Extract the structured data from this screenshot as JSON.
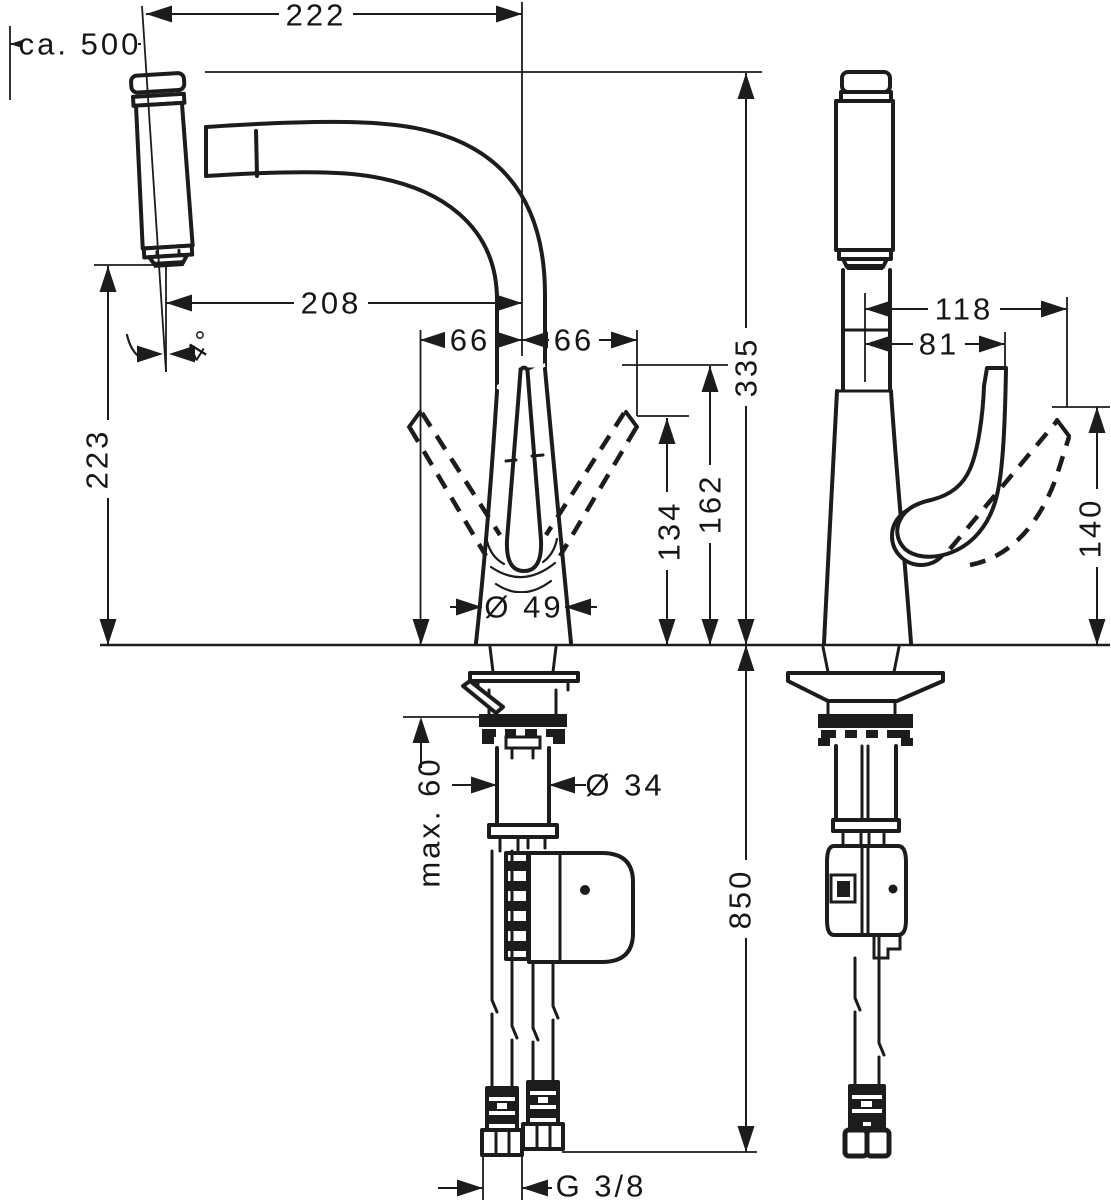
{
  "drawing": {
    "kind": "technical-dimension-drawing",
    "subject": "kitchen mixer tap with pull-out spray, front view and side view with installation hardware",
    "line_color": "#1c1c1c",
    "background_color": "#ffffff",
    "labels": {
      "width_overall": "222",
      "pullout_extension": "ca. 500",
      "spout_projection": "208",
      "spray_angle": "4°",
      "handle_swing_left": "66",
      "handle_swing_right": "66",
      "outlet_height": "223",
      "handle_tip_height": "134",
      "handle_upper_height": "162",
      "body_base_diameter": "Ø 49",
      "overall_height": "335",
      "depth_overall": "118",
      "handle_depth": "81",
      "handle_raised_height": "140",
      "max_deck_thickness": "max. 60",
      "shank_diameter": "Ø 34",
      "hose_drop_length": "850",
      "supply_thread": "G 3/8"
    }
  }
}
